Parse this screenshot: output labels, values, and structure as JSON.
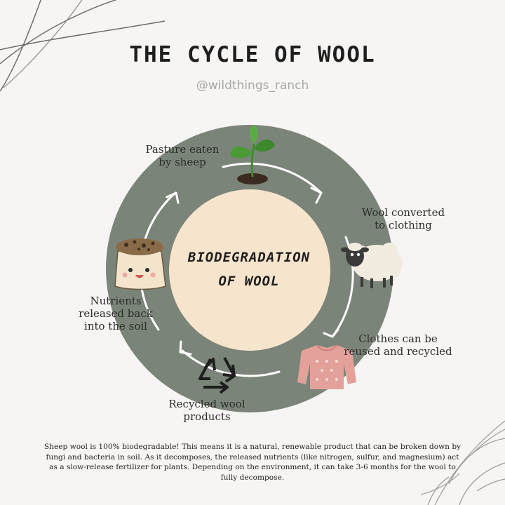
{
  "title": "THE CYCLE OF WOOL",
  "handle": "@wildthings_ranch",
  "center": {
    "text": "BIODEGRADATION\nOF WOOL"
  },
  "steps": [
    {
      "label": "Pasture eaten\nby sheep",
      "icon": "sprout-icon"
    },
    {
      "label": "Wool converted\nto clothing",
      "icon": "sheep-icon"
    },
    {
      "label": "Clothes can be\nreused and recycled",
      "icon": "sweater-icon"
    },
    {
      "label": "Recycled wool\nproducts",
      "icon": "recycle-icon"
    },
    {
      "label": "Nutrients\nreleased back\ninto the soil",
      "icon": "soil-sack-icon"
    }
  ],
  "footer": "Sheep wool is 100% biodegradable! This means it is a natural, renewable product that can be broken down by fungi and bacteria in soil. As it decomposes, the released nutrients (like nitrogen, sulfur, and magnesium) act as a slow-release fertilizer for plants. Depending on the environment, it can take 3-6 months for the wool to fully decompose.",
  "colors": {
    "ring": "#7b8478",
    "center_disc": "#f7e4cc",
    "arrow": "#ffffff",
    "background": "#f6f5f3"
  }
}
